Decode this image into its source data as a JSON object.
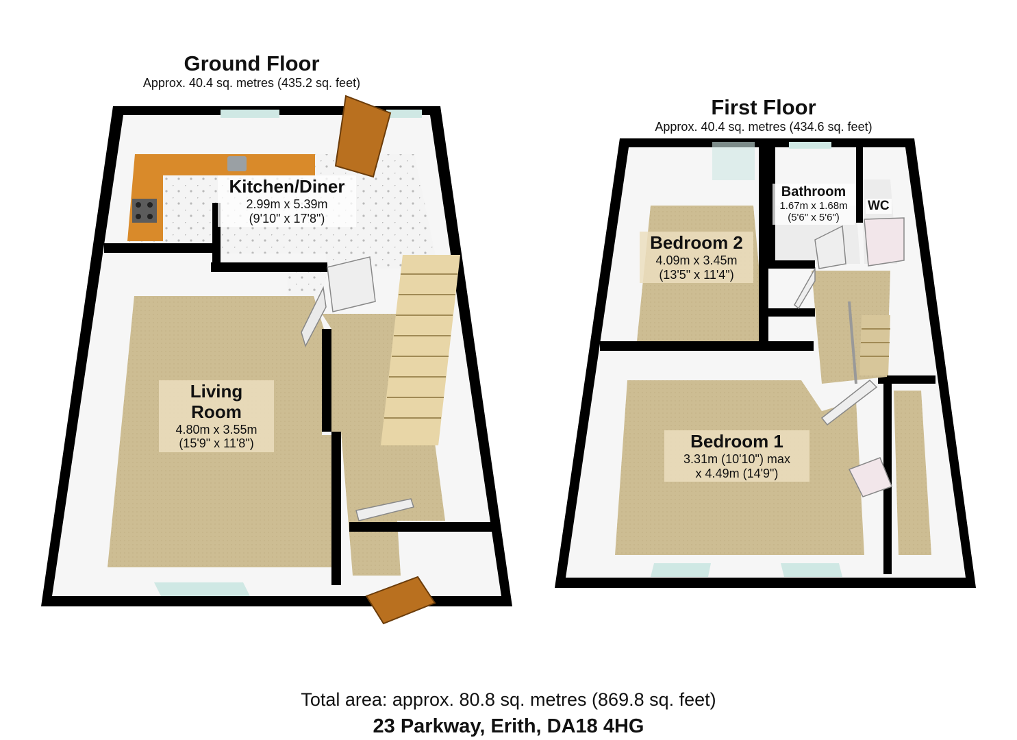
{
  "ground_floor": {
    "title": "Ground Floor",
    "area": "Approx. 40.4 sq. metres (435.2 sq. feet)",
    "rooms": {
      "kitchen": {
        "name": "Kitchen/Diner",
        "dims": "2.99m x 5.39m",
        "imperial": "(9'10\" x 17'8\")"
      },
      "living": {
        "name_line1": "Living",
        "name_line2": "Room",
        "dims": "4.80m x 3.55m",
        "imperial": "(15'9\" x 11'8\")"
      }
    }
  },
  "first_floor": {
    "title": "First Floor",
    "area": "Approx. 40.4 sq. metres (434.6 sq. feet)",
    "rooms": {
      "bedroom2": {
        "name": "Bedroom 2",
        "dims": "4.09m x 3.45m",
        "imperial": "(13'5\" x 11'4\")"
      },
      "bathroom": {
        "name": "Bathroom",
        "dims": "1.67m x 1.68m",
        "imperial": "(5'6\" x 5'6\")"
      },
      "wc": {
        "name": "WC"
      },
      "bedroom1": {
        "name": "Bedroom 1",
        "dims": "3.31m (10'10\") max",
        "imperial": "x 4.49m (14'9\")"
      }
    }
  },
  "footer": {
    "total": "Total area: approx. 80.8 sq. metres (869.8 sq. feet)",
    "address": "23 Parkway, Erith, DA18 4HG"
  },
  "colors": {
    "wall": "#000000",
    "wall_face": "#f6f6f6",
    "carpet": "#c9b98e",
    "worktop": "#d98a2a",
    "door_wood": "#b9701f",
    "window": "#cfe8e4",
    "tile_dot": "#b9b9b9"
  }
}
